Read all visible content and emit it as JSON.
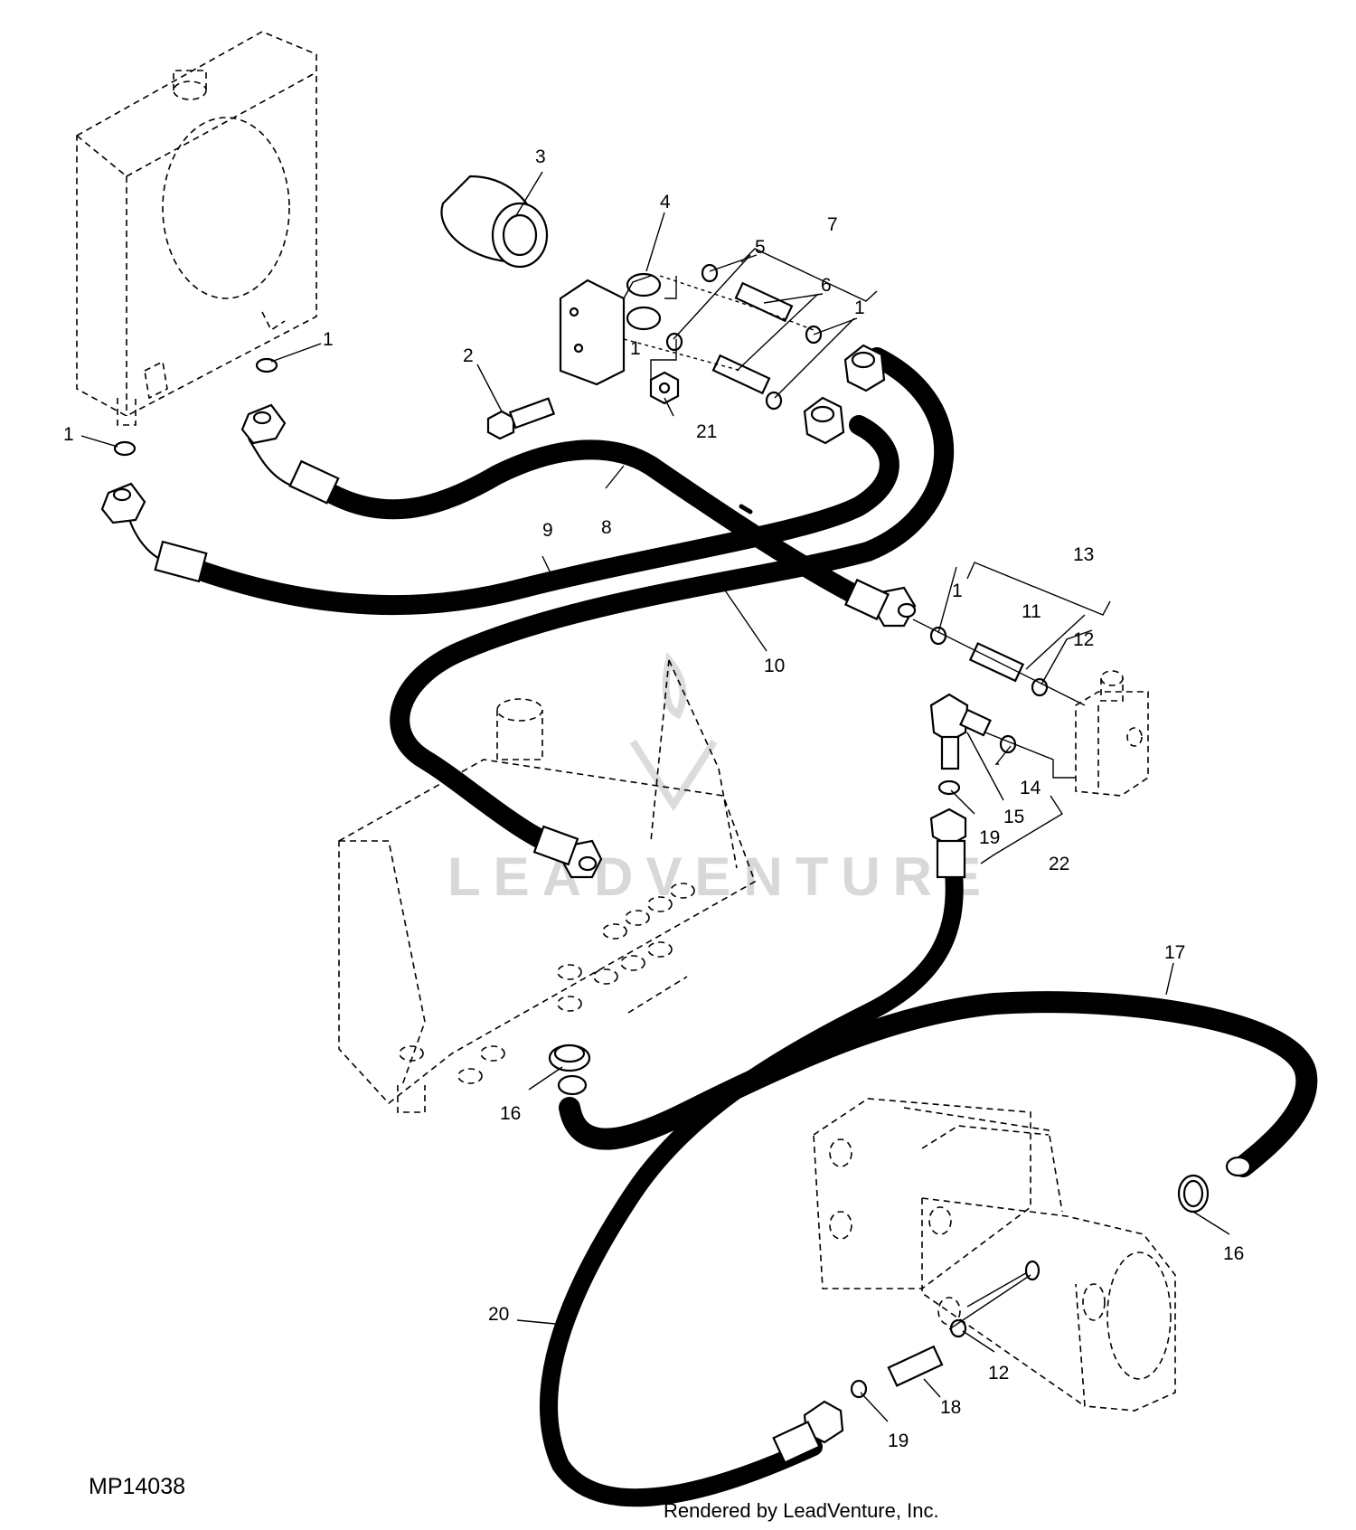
{
  "watermark": "LEADVENTURE",
  "figure_code": "MP14038",
  "footer": "Rendered by LeadVenture, Inc.",
  "callouts": {
    "c1a": "1",
    "c1b": "1",
    "c1c": "1",
    "c1d": "1",
    "c1e": "1",
    "c2": "2",
    "c3": "3",
    "c4": "4",
    "c5": "5",
    "c6": "6",
    "c7": "7",
    "c8": "8",
    "c9": "9",
    "c10": "10",
    "c11": "11",
    "c12a": "12",
    "c12b": "12",
    "c13": "13",
    "c14": "14",
    "c15": "15",
    "c16a": "16",
    "c16b": "16",
    "c17": "17",
    "c18": "18",
    "c19a": "19",
    "c19b": "19",
    "c20": "20",
    "c21": "21",
    "c22": "22"
  }
}
